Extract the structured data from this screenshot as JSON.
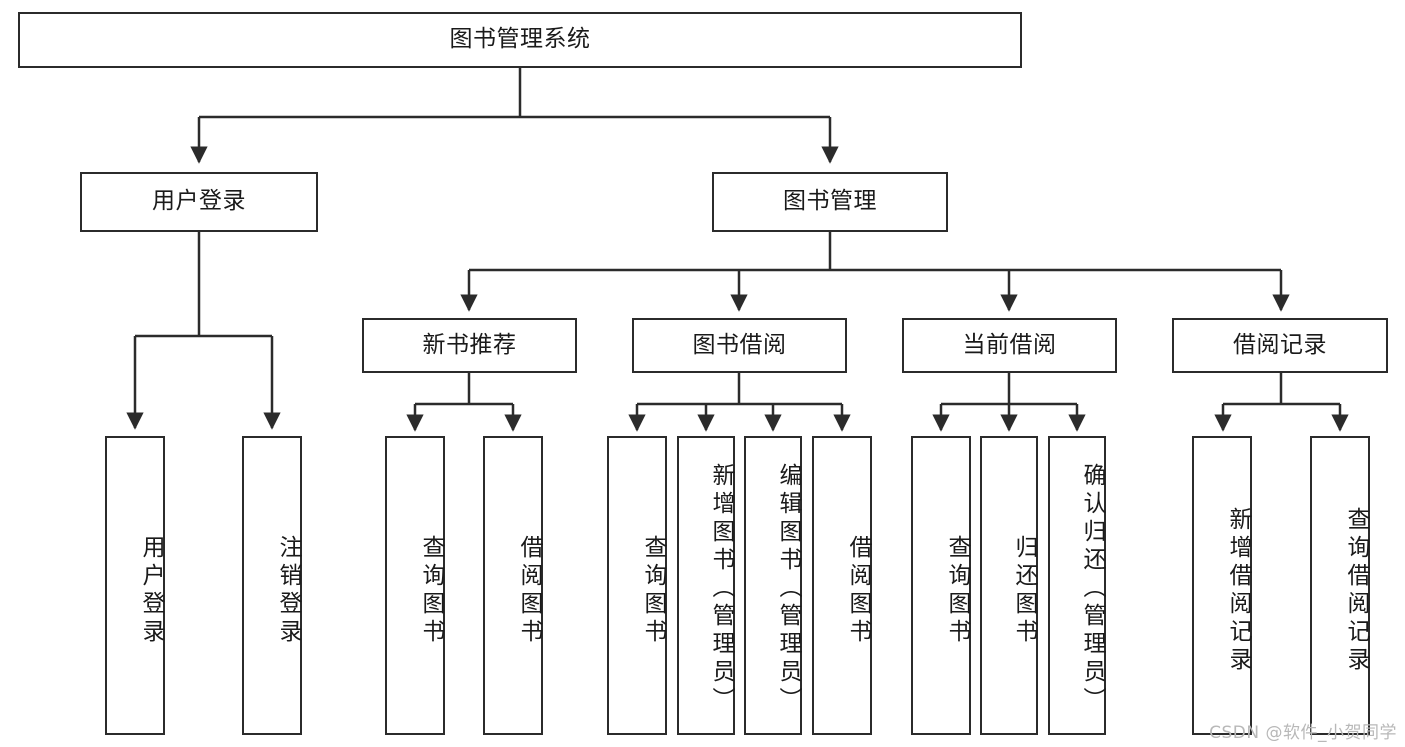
{
  "diagram": {
    "title": "图书管理系统",
    "type": "tree-hierarchy-diagram",
    "colors": {
      "stroke": "#2b2b2b",
      "fill": "#ffffff",
      "text": "#1a1a1a",
      "watermark": "#b8b8b8"
    },
    "root": {
      "label": "图书管理系统"
    },
    "level2": [
      {
        "label": "用户登录"
      },
      {
        "label": "图书管理"
      }
    ],
    "level3": [
      {
        "label": "新书推荐"
      },
      {
        "label": "图书借阅"
      },
      {
        "label": "当前借阅"
      },
      {
        "label": "借阅记录"
      }
    ],
    "leaves": {
      "user_login": [
        {
          "label": "用户登录"
        },
        {
          "label": "注销登录"
        }
      ],
      "new_book_recommend": [
        {
          "label": "查询图书"
        },
        {
          "label": "借阅图书"
        }
      ],
      "book_borrow": [
        {
          "label": "查询图书"
        },
        {
          "label": "新增图书（管理员）"
        },
        {
          "label": "编辑图书（管理员）"
        },
        {
          "label": "借阅图书"
        }
      ],
      "current_borrow": [
        {
          "label": "查询图书"
        },
        {
          "label": "归还图书"
        },
        {
          "label": "确认归还（管理员）"
        }
      ],
      "borrow_record": [
        {
          "label": "新增借阅记录"
        },
        {
          "label": "查询借阅记录"
        }
      ]
    }
  },
  "watermark": {
    "text": "CSDN @软件_小贺同学"
  }
}
